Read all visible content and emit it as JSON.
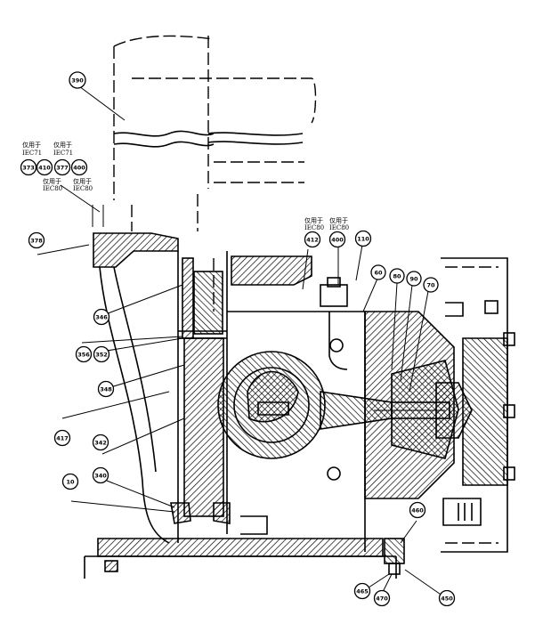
{
  "callouts": [
    {
      "id": "c390",
      "label": "390"
    },
    {
      "id": "c373",
      "label": "373"
    },
    {
      "id": "c410",
      "label": "410"
    },
    {
      "id": "c377",
      "label": "377"
    },
    {
      "id": "c400a",
      "label": "400"
    },
    {
      "id": "c378",
      "label": "378"
    },
    {
      "id": "c412",
      "label": "412"
    },
    {
      "id": "c400b",
      "label": "400"
    },
    {
      "id": "c110",
      "label": "110"
    },
    {
      "id": "c60",
      "label": "60"
    },
    {
      "id": "c80",
      "label": "80"
    },
    {
      "id": "c90",
      "label": "90"
    },
    {
      "id": "c70",
      "label": "70"
    },
    {
      "id": "c346",
      "label": "346"
    },
    {
      "id": "c356",
      "label": "356"
    },
    {
      "id": "c352",
      "label": "352"
    },
    {
      "id": "c348",
      "label": "348"
    },
    {
      "id": "c417",
      "label": "417"
    },
    {
      "id": "c342",
      "label": "342"
    },
    {
      "id": "c10",
      "label": "10"
    },
    {
      "id": "c340",
      "label": "340"
    },
    {
      "id": "c460",
      "label": "460"
    },
    {
      "id": "c465",
      "label": "465"
    },
    {
      "id": "c470",
      "label": "470"
    },
    {
      "id": "c450",
      "label": "450"
    }
  ],
  "notes": {
    "iec71_line1_a": "仅用于",
    "iec71_line2_a": "IEC71",
    "iec71_line1_b": "仅用于",
    "iec71_line2_b": "IEC71",
    "iec80_line1_a": "仅用于",
    "iec80_line2_a": "IEC80",
    "iec80_line1_b": "仅用于",
    "iec80_line2_b": "IEC80",
    "iec80_line1_c": "仅用于",
    "iec80_line2_c": "IEC80",
    "iec80_line1_d": "仅用于",
    "iec80_line2_d": "IEC80"
  }
}
